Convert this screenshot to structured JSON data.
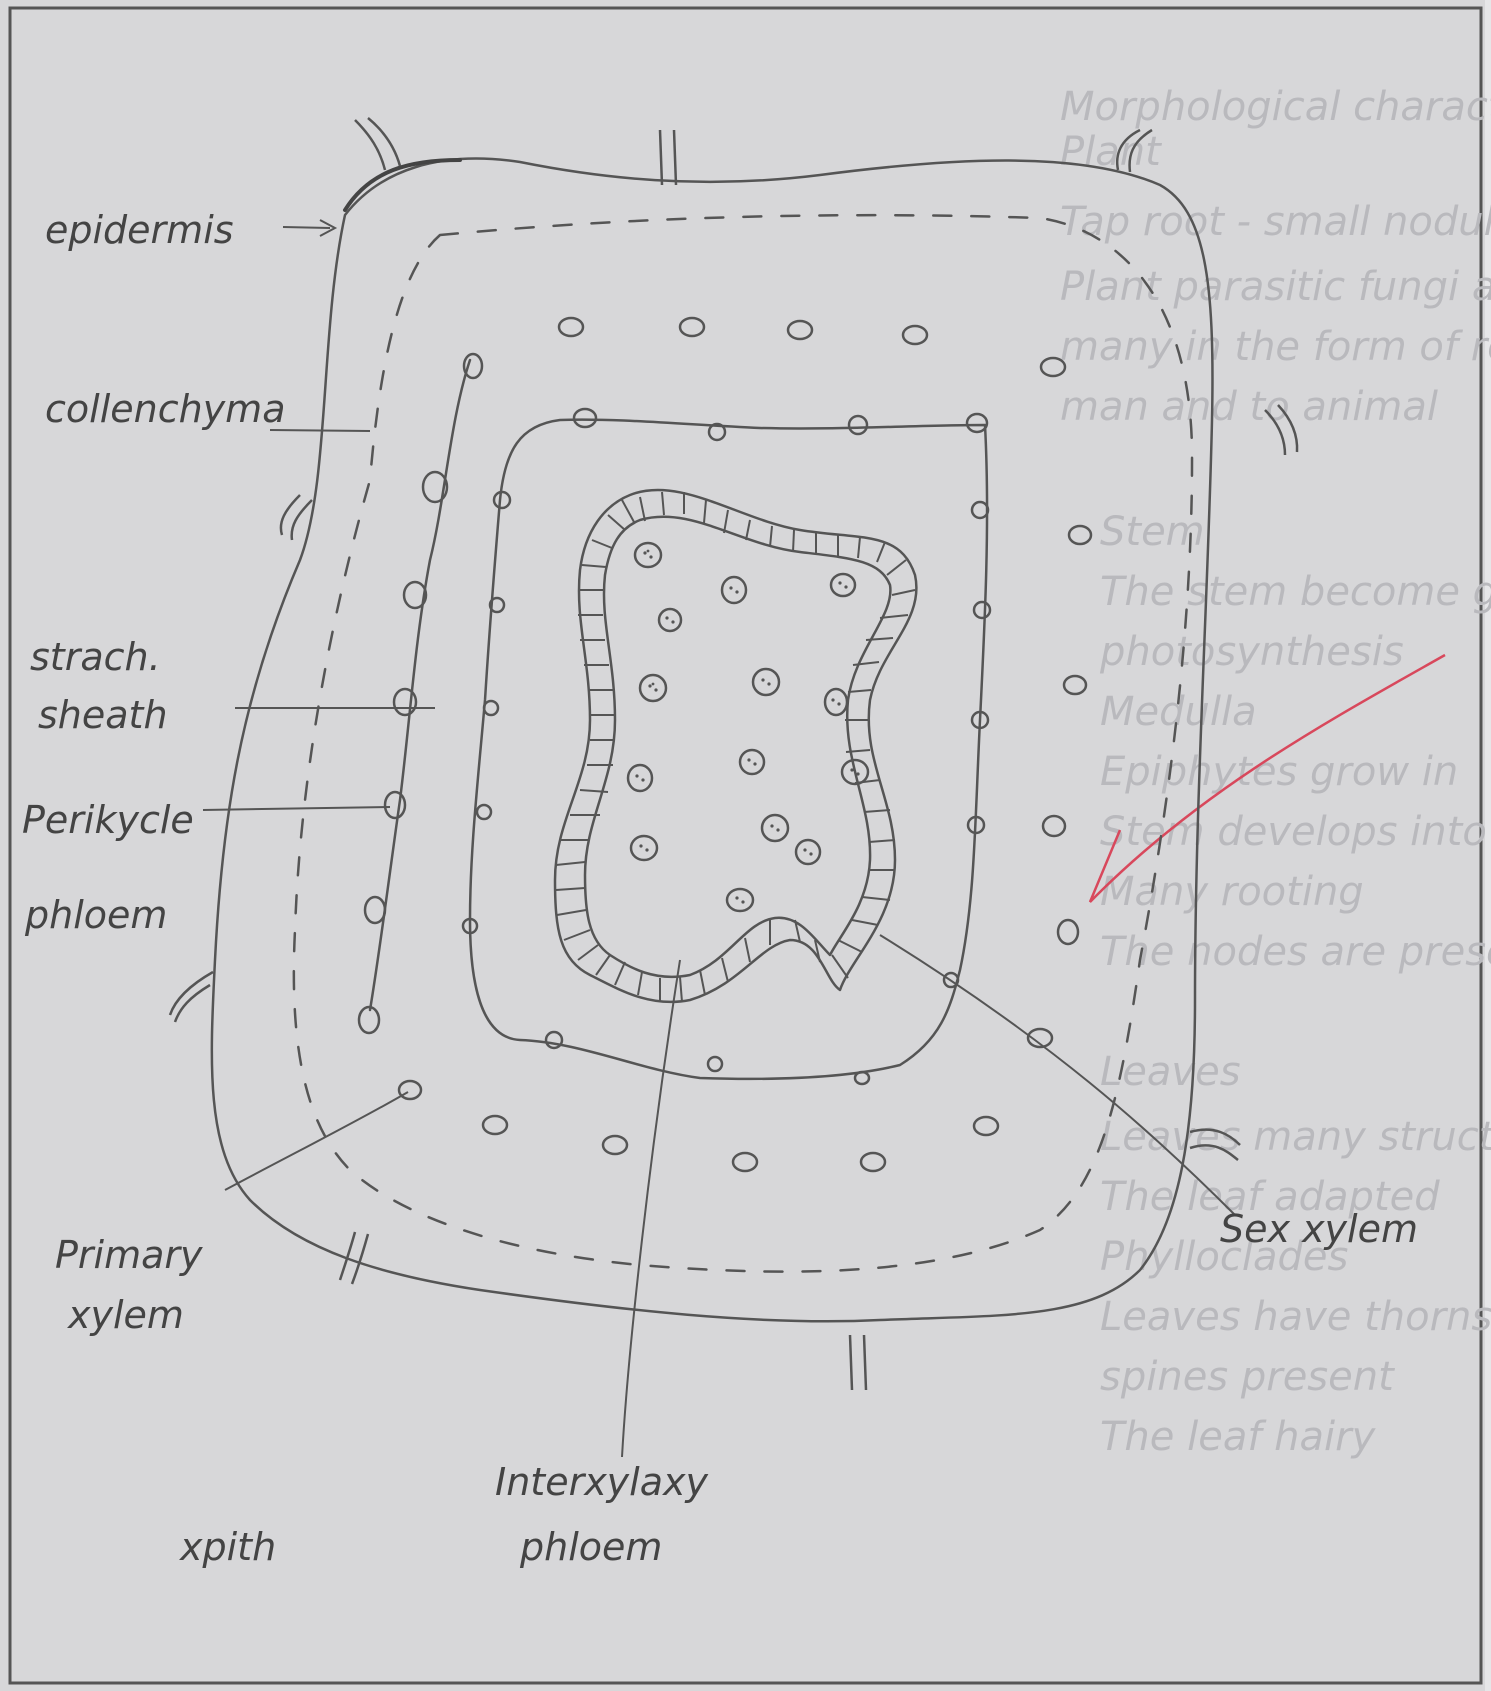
{
  "labels": {
    "epidermis": "epidermis",
    "collenchyma": "collenchyma",
    "starch_sheath_line1": "strach.",
    "starch_sheath_line2": "sheath",
    "pericycle": "Perikycle",
    "phloem": "phloem",
    "primary_xylem_line1": "Primary",
    "primary_xylem_line2": "xylem",
    "pith": "xpith",
    "interxylary_line1": "Interxylaxy",
    "interxylary_line2": "phloem",
    "secondary_xylem": "Sex xylem"
  },
  "bleed_through_text": [
    "Morphological characters of",
    "Plant",
    "Tap root - small nodules",
    "Plant parasitic fungi attacked",
    "many in the form of root",
    "man and to animal",
    "Stem",
    "The stem become green",
    "photosynthesis",
    "Medulla",
    "Epiphytes grow in",
    "Stem develops into thorns",
    "Many rooting",
    "The nodes are present",
    "Leaves",
    "Leaves many structures",
    "The leaf adapted",
    "Phylloclades",
    "Leaves have thorns",
    "spines present",
    "The leaf hairy"
  ],
  "colors": {
    "paper": "#d7d7d9",
    "pencil": "#555555",
    "red_mark": "#d8485c"
  }
}
